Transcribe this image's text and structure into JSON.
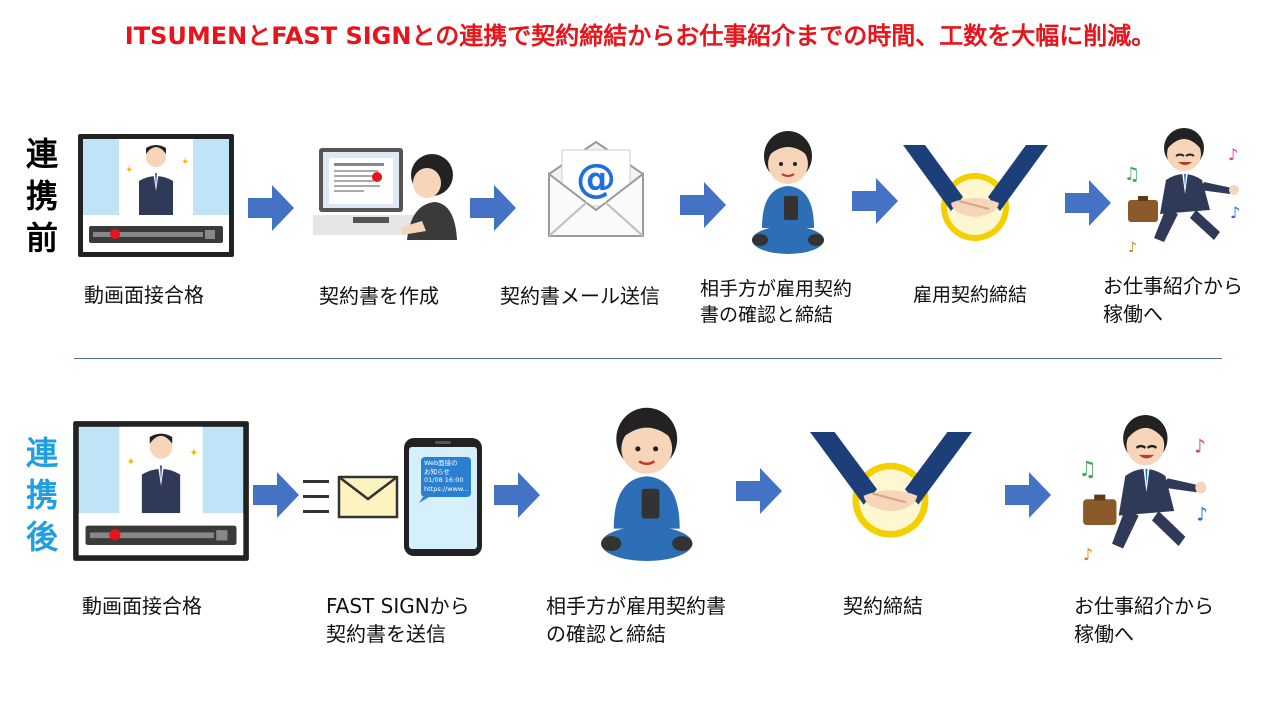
{
  "title": "ITSUMENとFAST SIGNとの連携で契約締結からお仕事紹介までの時間、工数を大幅に削減。",
  "colors": {
    "title": "#e8141b",
    "arrow": "#4472c4",
    "after_label": "#1e9fe0",
    "before_label": "#000000"
  },
  "before": {
    "label_chars": [
      "連",
      "携",
      "前"
    ],
    "steps": [
      {
        "icon": "video-interview-icon",
        "line1": "動画面接合格",
        "line2": ""
      },
      {
        "icon": "create-contract-pc-icon",
        "line1": "契約書を作成",
        "line2": ""
      },
      {
        "icon": "email-envelope-icon",
        "line1": "契約書メール送信",
        "line2": ""
      },
      {
        "icon": "person-phone-icon",
        "line1": "相手方が雇用契約",
        "line2": "書の確認と締結"
      },
      {
        "icon": "handshake-icon",
        "line1": "雇用契約締結",
        "line2": ""
      },
      {
        "icon": "businessman-running-icon",
        "line1": "お仕事紹介から",
        "line2": "稼働へ"
      }
    ]
  },
  "after": {
    "label_chars": [
      "連",
      "携",
      "後"
    ],
    "steps": [
      {
        "icon": "video-interview-icon",
        "line1": "動画面接合格",
        "line2": ""
      },
      {
        "icon": "smartphone-notification-icon",
        "line1": "FAST SIGNから",
        "line2": "契約書を送信"
      },
      {
        "icon": "person-phone-icon",
        "line1": "相手方が雇用契約書",
        "line2": "の確認と締結"
      },
      {
        "icon": "handshake-icon",
        "line1": "契約締結",
        "line2": ""
      },
      {
        "icon": "businessman-running-icon",
        "line1": "お仕事紹介から",
        "line2": "稼働へ"
      }
    ]
  },
  "phone_notice": {
    "line1": "Web面接の",
    "line2": "お知らせ",
    "line3": "01/08 16:00",
    "line4": "https://www..."
  }
}
